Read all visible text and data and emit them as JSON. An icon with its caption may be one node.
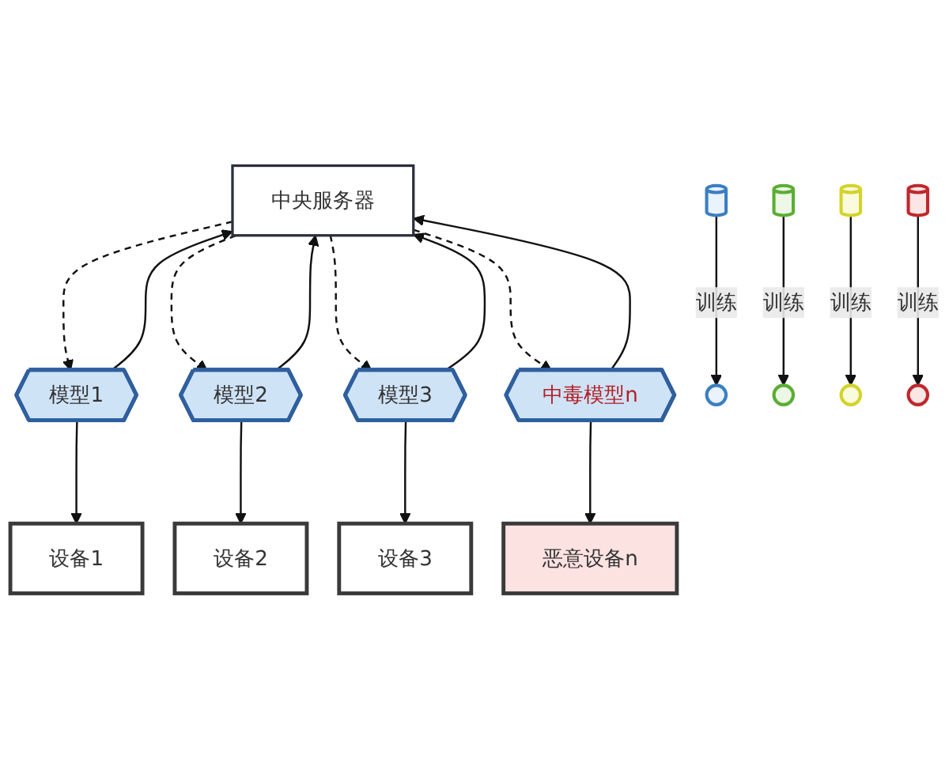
{
  "diagram": {
    "nodes": [
      {
        "text": [
          "中央服务器"
        ]
      },
      {
        "text": [
          "模型1"
        ]
      },
      {
        "text": [
          "模型2"
        ]
      },
      {
        "text": [
          "模型3"
        ]
      },
      {
        "text": [
          "中毒模型n"
        ]
      },
      {
        "text": [],
        "shape": "network"
      },
      {
        "text": [
          "设备1"
        ]
      },
      {
        "text": [],
        "shape": "network"
      },
      {
        "text": [
          "设备2"
        ]
      },
      {
        "text": [],
        "shape": "network"
      },
      {
        "text": [
          "设备3"
        ]
      },
      {
        "text": [],
        "shape": "network"
      },
      {
        "text": [
          "恶意设备n"
        ]
      },
      {
        "text": [],
        "shape": "cylinder"
      },
      {
        "text": [],
        "shape": "cylinder"
      },
      {
        "text": [],
        "shape": "cylinder"
      },
      {
        "text": [],
        "shape": "cylinder"
      }
    ],
    "edges": [
      {
        "from": 1,
        "to": 0,
        "arrow": "to"
      },
      {
        "from": 0,
        "to": 1,
        "arrow": "to",
        "style": "dashed"
      },
      {
        "from": 2,
        "to": 0,
        "arrow": "to"
      },
      {
        "from": 0,
        "to": 2,
        "arrow": "to",
        "style": "dashed"
      },
      {
        "from": 3,
        "to": 0,
        "arrow": "to"
      },
      {
        "from": 0,
        "to": 3,
        "arrow": "to",
        "style": "dashed"
      },
      {
        "from": 4,
        "to": 0,
        "arrow": "to"
      },
      {
        "from": 0,
        "to": 4,
        "arrow": "to",
        "style": "dashed"
      },
      {
        "from": 1,
        "to": 6,
        "arrow": "to"
      },
      {
        "from": 2,
        "to": 8,
        "arrow": "to"
      },
      {
        "from": 3,
        "to": 10,
        "arrow": "to"
      },
      {
        "from": 4,
        "to": 12,
        "arrow": "to"
      },
      {
        "from": 13,
        "to": 5,
        "arrow": "to",
        "label": "训练"
      },
      {
        "from": 14,
        "to": 7,
        "arrow": "to",
        "label": "训练"
      },
      {
        "from": 15,
        "to": 9,
        "arrow": "to",
        "label": "训练"
      },
      {
        "from": 16,
        "to": 11,
        "arrow": "to",
        "label": "训练"
      }
    ]
  }
}
